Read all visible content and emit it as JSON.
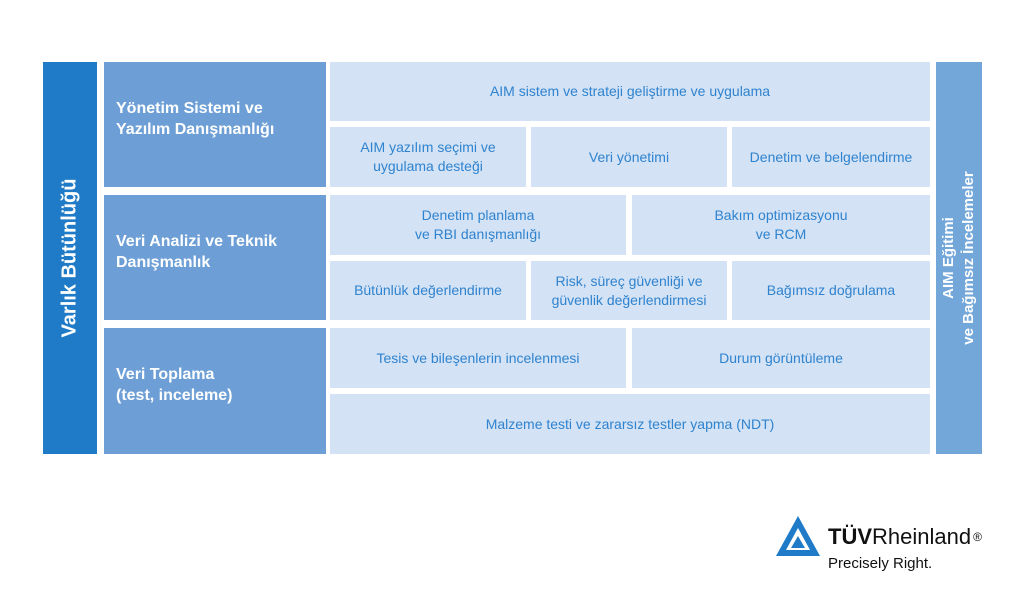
{
  "left_bar": {
    "label": "Varlık Bütünlüğü"
  },
  "right_bar": {
    "label_line1": "AIM Eğitimi",
    "label_line2": "ve Bağımsız İncelemeler"
  },
  "categories": [
    {
      "label": "Yönetim Sistemi ve\nYazılım Danışmanlığı"
    },
    {
      "label": "Veri Analizi ve Teknik\nDanışmanlık"
    },
    {
      "label": "Veri Toplama\n(test, inceleme)"
    }
  ],
  "services": {
    "aim_strategy": "AIM sistem ve strateji geliştirme ve uygulama",
    "aim_software": "AIM yazılım seçimi ve\nuygulama desteği",
    "data_management": "Veri yönetimi",
    "audit_certification": "Denetim ve belgelendirme",
    "inspection_planning": "Denetim planlama\nve RBI danışmanlığı",
    "maintenance_optimization": "Bakım optimizasyonu\nve RCM",
    "integrity_assessment": "Bütünlük değerlendirme",
    "risk_assessment": "Risk, süreç güvenliği ve\ngüvenlik değerlendirmesi",
    "independent_verification": "Bağımsız doğrulama",
    "facility_inspection": "Tesis ve bileşenlerin incelenmesi",
    "condition_monitoring": "Durum görüntüleme",
    "material_testing": "Malzeme testi ve zararsız testler yapma (NDT)"
  },
  "logo": {
    "brand_bold": "TÜV",
    "brand_regular": "Rheinland",
    "registered": "®",
    "tagline": "Precisely Right."
  },
  "colors": {
    "dark_blue": "#1f7bc7",
    "category_blue": "#6d9fd6",
    "light_blue": "#d3e2f4",
    "text_blue": "#2f83cf",
    "right_bar_blue": "#73a7da"
  }
}
